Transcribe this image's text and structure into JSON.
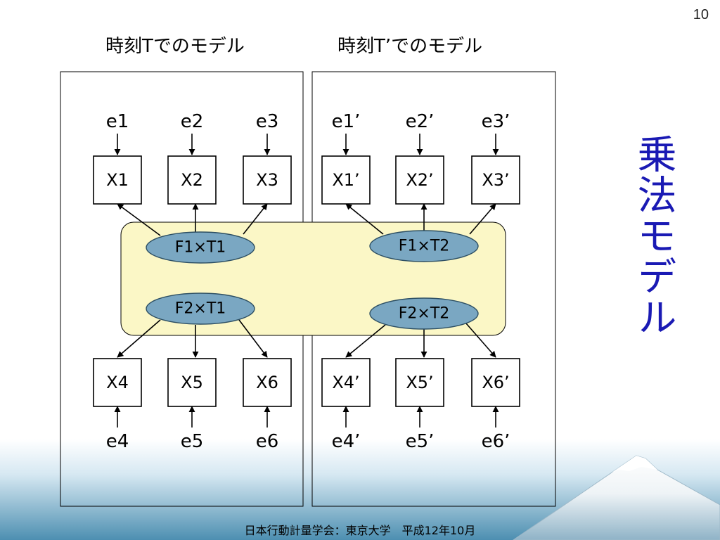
{
  "page_number": "10",
  "panels": [
    {
      "title": "時刻Tでのモデル"
    },
    {
      "title": "時刻T’でのモデル"
    }
  ],
  "side_title": "乗法モデル",
  "observed": [
    "X1",
    "X2",
    "X3",
    "X4",
    "X5",
    "X6",
    "X1’",
    "X2’",
    "X3’",
    "X4’",
    "X5’",
    "X6’"
  ],
  "errors": [
    "e1",
    "e2",
    "e3",
    "e4",
    "e5",
    "e6",
    "e1’",
    "e2’",
    "e3’",
    "e4’",
    "e5’",
    "e6’"
  ],
  "factors": [
    "F1×T1",
    "F2×T1",
    "F1×T2",
    "F2×T2"
  ],
  "footer": "日本行動計量学会：東京大学　平成12年10月",
  "colors": {
    "factor_fill": "#7aa7c2",
    "highlight_fill": "#fbf7c6",
    "side_title": "#1a1ab4",
    "sea_top": "#e9f2f7",
    "sea_bottom": "#4d8fb1"
  }
}
